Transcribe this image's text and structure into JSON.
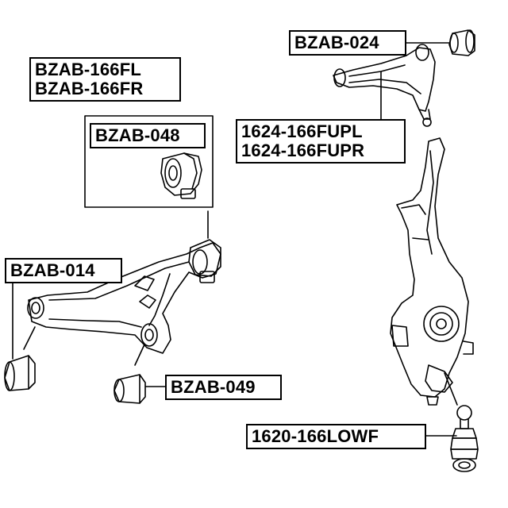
{
  "labels": {
    "bzab_166": [
      "BZAB-166FL",
      "BZAB-166FR"
    ],
    "bzab_048": "BZAB-048",
    "bzab_014": "BZAB-014",
    "bzab_049": "BZAB-049",
    "bzab_024": "BZAB-024",
    "upper_arm": [
      "1624-166FUPL",
      "1624-166FUPR"
    ],
    "ball_joint": "1620-166LOWF"
  }
}
